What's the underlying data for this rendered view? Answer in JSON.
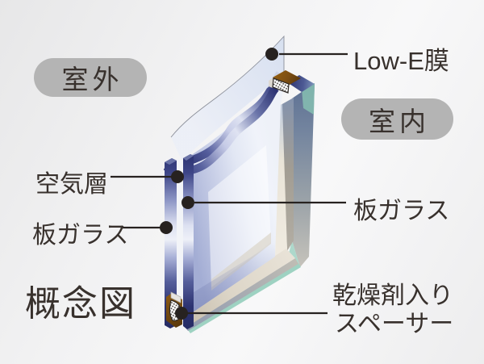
{
  "badges": {
    "outdoor": "室外",
    "indoor": "室内"
  },
  "labels": {
    "low_e_film": "Low-E膜",
    "air_layer": "空気層",
    "glass_left": "板ガラス",
    "glass_right": "板ガラス",
    "spacer_line1": "乾燥剤入り",
    "spacer_line2": "スペーサー",
    "caption": "概念図"
  },
  "colors": {
    "pill-gray": "#b4b4b4",
    "text-color": "#38312d",
    "line-color": "#272220",
    "glass-navy-edge": "#2d3371",
    "glass-face-blue": "#a9b2d7",
    "glass-face-light": "#eef1f8",
    "spacer-brown": "#7d4e12",
    "edge-teal": "#8fc7b8",
    "edge-beige": "#d9d2c3",
    "edge-steel": "#74859f"
  }
}
